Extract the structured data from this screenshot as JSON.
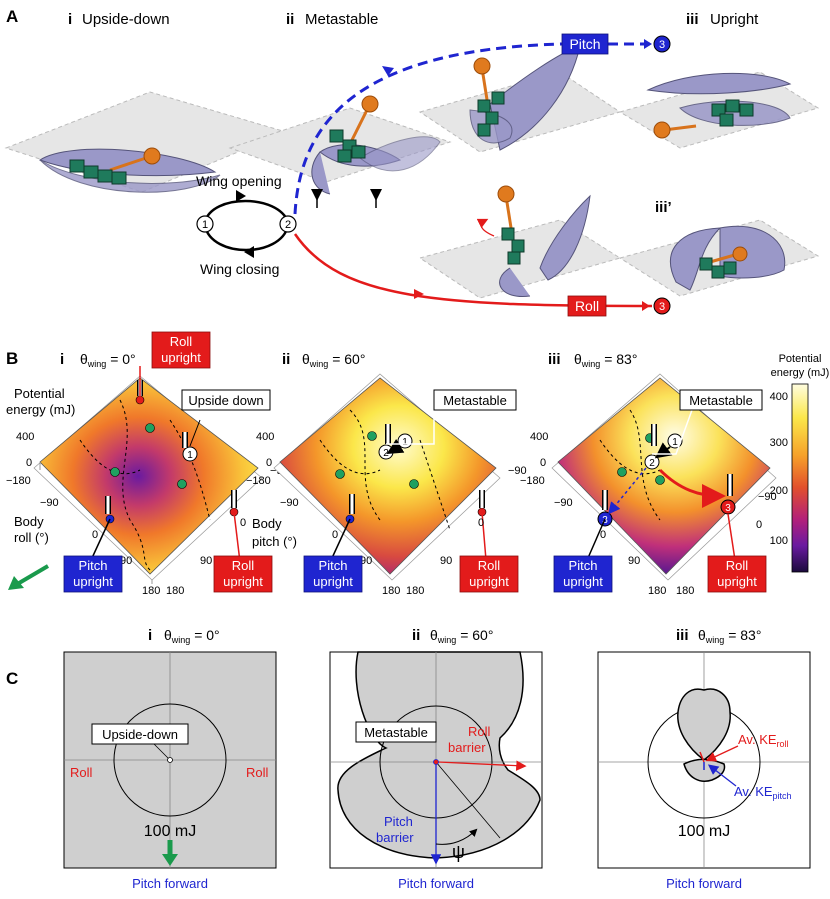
{
  "panelA": {
    "letter": "A",
    "stage_i": {
      "num": "i",
      "label": "Upside-down"
    },
    "stage_ii": {
      "num": "ii",
      "label": "Metastable"
    },
    "stage_iii": {
      "num": "iii",
      "label": "Upright"
    },
    "stage_iii_prime": "iii’",
    "wing_opening": "Wing  opening",
    "wing_closing": "Wing  closing",
    "pitch_label": "Pitch",
    "roll_label": "Roll",
    "node1": "1",
    "node2": "2",
    "node3": "3"
  },
  "panelB": {
    "letter": "B",
    "sub": [
      {
        "num": "i",
        "theta": "θ",
        "sub": "wing",
        "eq": " = 0°"
      },
      {
        "num": "ii",
        "theta": "θ",
        "sub": "wing",
        "eq": " = 60°"
      },
      {
        "num": "iii",
        "theta": "θ",
        "sub": "wing",
        "eq": " = 83°"
      }
    ],
    "z_axis_label_1": "Potential",
    "z_axis_label_2": "energy (mJ)",
    "z_tick": "400",
    "z_tick0": "0",
    "x_axis_label_1": "Body",
    "x_axis_label_2": "roll (°)",
    "y_axis_label_1": "Body",
    "y_axis_label_2": "pitch (°)",
    "ticks": {
      "m180": "−180",
      "m90": "−90",
      "t0": "0",
      "t90": "90",
      "t180": "180"
    },
    "upside_down": "Upside down",
    "metastable": "Metastable",
    "roll_upright_1": "Roll",
    "roll_upright_2": "upright",
    "pitch_upright_1": "Pitch",
    "pitch_upright_2": "upright",
    "colorbar": {
      "title_1": "Potential",
      "title_2": "energy (mJ)",
      "ticks": [
        "400",
        "300",
        "200",
        "100"
      ],
      "colors": [
        "#fffde0",
        "#fbe74a",
        "#f6a12a",
        "#e2502c",
        "#b3207a",
        "#6a1aa0",
        "#1a0a3c"
      ]
    }
  },
  "panelC": {
    "letter": "C",
    "sub": [
      {
        "num": "i",
        "theta": "θ",
        "sub": "wing",
        "eq": " = 0°"
      },
      {
        "num": "ii",
        "theta": "θ",
        "sub": "wing",
        "eq": " = 60°"
      },
      {
        "num": "iii",
        "theta": "θ",
        "sub": "wing",
        "eq": " = 83°"
      }
    ],
    "upside_down": "Upside-down",
    "roll_left": "Roll",
    "roll_right": "Roll",
    "energy_100": "100 mJ",
    "pitch_forward": "Pitch forward",
    "metastable": "Metastable",
    "roll_barrier_1": "Roll",
    "roll_barrier_2": "barrier",
    "pitch_barrier_1": "Pitch",
    "pitch_barrier_2": "barrier",
    "psi": "ψ",
    "av_ke_roll": "Av. KE",
    "av_ke_roll_sub": "roll",
    "av_ke_pitch": "Av. KE",
    "av_ke_pitch_sub": "pitch"
  }
}
